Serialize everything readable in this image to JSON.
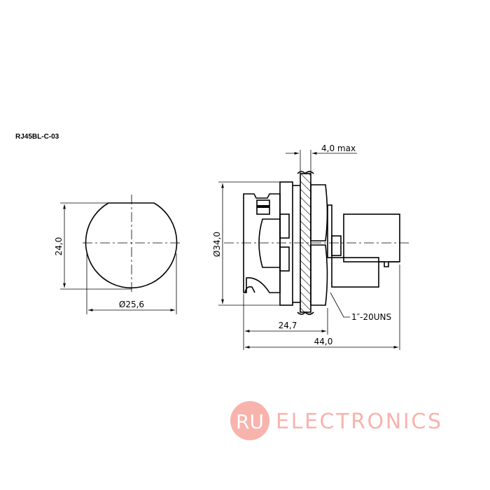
{
  "drawing": {
    "part_number": "RJ45BL-C-03",
    "dimensions": {
      "front_height": "24,0",
      "front_diameter": "Ø25,6",
      "side_diameter": "Ø34,0",
      "panel_thickness": "4,0 max",
      "thread": "1″-20UNS",
      "depth_to_nut": "24,7",
      "overall_length": "44,0"
    }
  },
  "watermark": {
    "badge": "RU",
    "text": "ELECTRONICS",
    "color": "#f9b3ad"
  }
}
